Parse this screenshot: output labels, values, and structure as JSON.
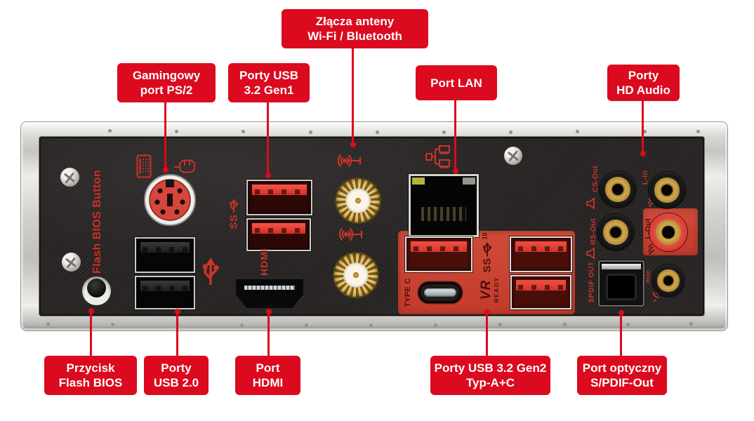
{
  "callouts": {
    "wifi": {
      "line1": "Złącza anteny",
      "line2": "Wi-Fi / Bluetooth"
    },
    "ps2": {
      "line1": "Gamingowy",
      "line2": "port PS/2"
    },
    "usb_gen1": {
      "line1": "Porty USB",
      "line2": "3.2 Gen1"
    },
    "lan": {
      "line1": "Port LAN",
      "line2": ""
    },
    "hd_audio": {
      "line1": "Porty",
      "line2": "HD Audio"
    },
    "flash_bios": {
      "line1": "Przycisk",
      "line2": "Flash BIOS"
    },
    "usb_20": {
      "line1": "Porty",
      "line2": "USB 2.0"
    },
    "hdmi": {
      "line1": "Port",
      "line2": "HDMI"
    },
    "usb_gen2": {
      "line1": "Porty USB 3.2 Gen2",
      "line2": "Typ-A+C"
    },
    "spdif": {
      "line1": "Port optyczny",
      "line2": "S/PDIF-Out"
    }
  },
  "panel_text": {
    "flash_bios_button": "Flash BIOS Button",
    "hdmi": "HDMI",
    "type_c": "TYPE C",
    "ss": "SS",
    "ss10_sup": "10",
    "vr": "VR",
    "ready": "READY",
    "spdif_out": "SPDIF OUT",
    "cs_out": "CS-Out",
    "l_in": "L-In",
    "rs_out": "RS-Out",
    "l_out": "L-Out",
    "mic": "mic"
  },
  "icons": {
    "keyboard-icon": "PS/2 keyboard",
    "mouse-icon": "PS/2 mouse",
    "usb-icon": "USB trident",
    "usb3-gen1-icon": "SS USB 3.2 Gen1 trident",
    "usb3-gen2-icon": "SS10 USB 3.2 Gen2 trident",
    "wifi-antenna-icon": "antenna broadcasting waves",
    "lan-icon": "network nodes",
    "speaker-icon": "speaker output",
    "line-in-icon": "line-in waves",
    "line-out-icon": "line-out waves",
    "mic-icon": "microphone",
    "vr-ready-badge": "VR Ready"
  },
  "colors": {
    "callout_red": "#db0a1f",
    "panel_black": "#2a2726",
    "accent_block_red": "#cb4334",
    "port_red": "#e63c30",
    "silkscreen_red": "#c9342a",
    "gold": "#c89a45",
    "bracket_silver": "#d2d1cd",
    "led_yellow": "#b9b23a",
    "background": "#ffffff"
  }
}
